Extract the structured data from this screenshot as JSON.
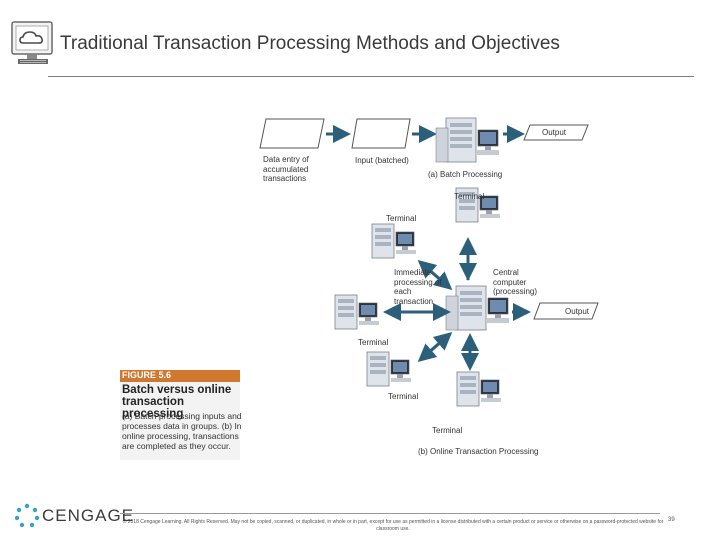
{
  "slide": {
    "title": "Traditional Transaction Processing Methods and Objectives",
    "page_number": "39",
    "copyright": "© 2018 Cengage Learning. All Rights Reserved. May not be copied, scanned, or duplicated, in whole or in part, except for use as permitted in a license distributed with a certain product or service or otherwise on a password-protected website for classroom use.",
    "brand": "CENGAGE",
    "accent_color": "#d07830",
    "arrow_color": "#2b5f7a"
  },
  "figure": {
    "number": "FIGURE 5.6",
    "title": "Batch versus online transaction processing",
    "caption": "(a) Batch processing inputs and processes data in groups. (b) In online processing, transactions are completed as they occur."
  },
  "diagram": {
    "batch": {
      "data_entry": "Data entry of accumulated transactions",
      "input": "Input (batched)",
      "output": "Output",
      "label": "(a) Batch Processing"
    },
    "online": {
      "terminal": "Terminal",
      "immediate": "Immediate processing of each transaction",
      "central": "Central computer (processing)",
      "output": "Output",
      "label": "(b) Online Transaction Processing"
    }
  }
}
